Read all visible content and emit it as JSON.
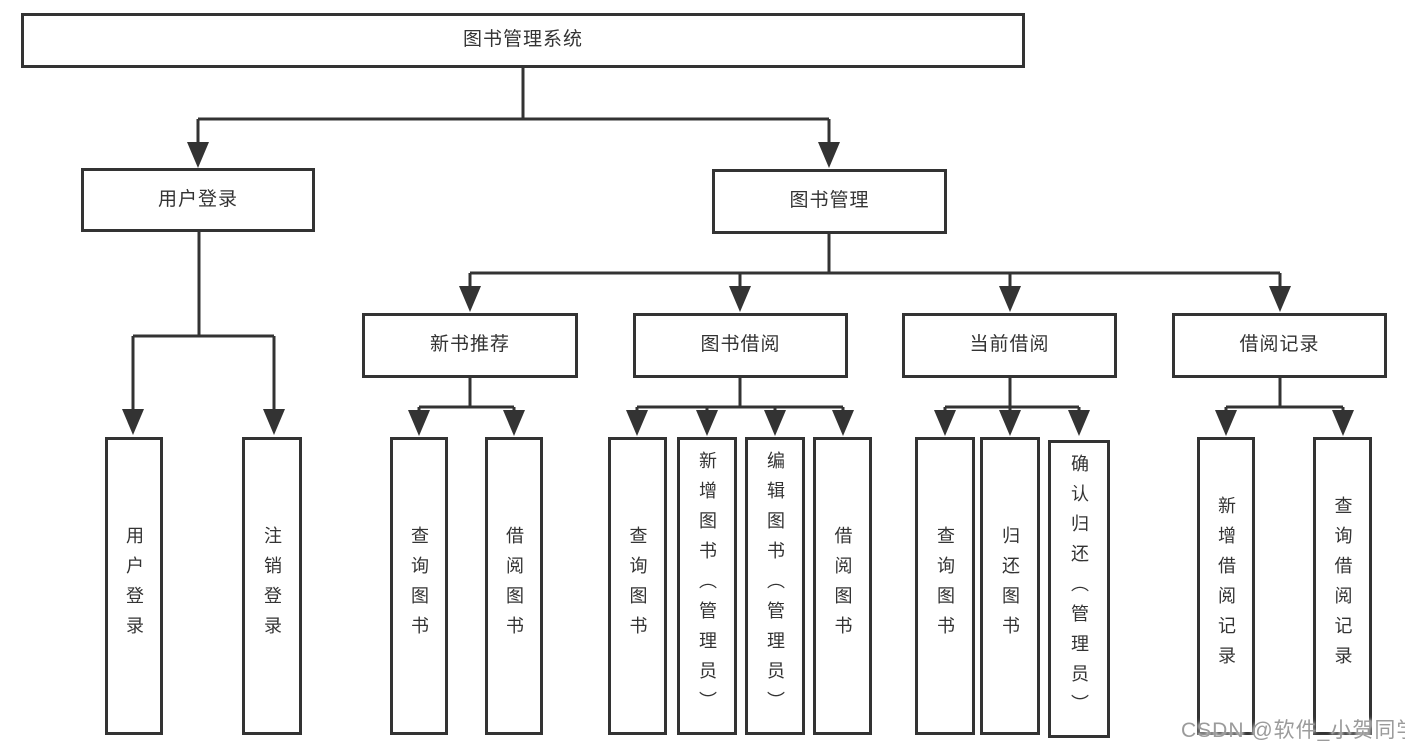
{
  "colors": {
    "background": "#ffffff",
    "box_border": "#333333",
    "line": "#333333",
    "text": "#333333",
    "watermark": "#9b9b9b"
  },
  "diagram": {
    "root": "图书管理系统",
    "level2": {
      "user_login": "用户登录",
      "book_management": "图书管理"
    },
    "level3": {
      "new_book_recommend": "新书推荐",
      "book_borrow": "图书借阅",
      "current_borrow": "当前借阅",
      "borrow_records": "借阅记录"
    },
    "leaves": {
      "user_login": "用户登录",
      "logout": "注销登录",
      "rec_query_books": "查询图书",
      "rec_borrow_books": "借阅图书",
      "bb_query_books": "查询图书",
      "bb_add_books_admin": "新增图书（管理员）",
      "bb_edit_books_admin": "编辑图书（管理员）",
      "bb_borrow_books": "借阅图书",
      "cb_query_books": "查询图书",
      "cb_return_books": "归还图书",
      "cb_confirm_return_admin": "确认归还（管理员）",
      "br_add_record": "新增借阅记录",
      "br_query_record": "查询借阅记录"
    }
  },
  "watermark": "CSDN @软件_小贺同学"
}
